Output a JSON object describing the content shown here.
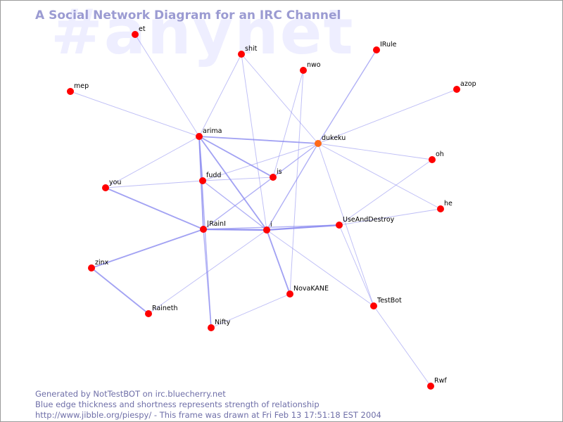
{
  "watermark": "#anynet",
  "title": "A Social Network Diagram for an IRC Channel",
  "footer": {
    "line1": "Generated by NotTestBOT on irc.bluecherry.net",
    "line2": "Blue edge thickness and shortness represents strength of relationship",
    "line3": "http://www.jibble.org/piespy/ - This frame was drawn at Fri Feb 13 17:51:18 EST 2004"
  },
  "colors": {
    "node": "#ff0000",
    "highlight_node": "#ff6a1a",
    "edge": "#8c8cf0",
    "title": "#9b9bd2",
    "watermark": "#eeeeff"
  },
  "nodes": [
    {
      "id": "et",
      "label": "et"
    },
    {
      "id": "shit",
      "label": "shit"
    },
    {
      "id": "nwo",
      "label": "nwo"
    },
    {
      "id": "IRule",
      "label": "IRule"
    },
    {
      "id": "azop",
      "label": "azop"
    },
    {
      "id": "mep",
      "label": "mep"
    },
    {
      "id": "arima",
      "label": "arima"
    },
    {
      "id": "dukeku",
      "label": "dukeku",
      "highlight": true
    },
    {
      "id": "oh",
      "label": "oh"
    },
    {
      "id": "fudd",
      "label": "fudd"
    },
    {
      "id": "is",
      "label": "is"
    },
    {
      "id": "you",
      "label": "you"
    },
    {
      "id": "he",
      "label": "he"
    },
    {
      "id": "IRainI",
      "label": "|RainI"
    },
    {
      "id": "i",
      "label": "i"
    },
    {
      "id": "UseAndDestroy",
      "label": "UseAndDestroy"
    },
    {
      "id": "zinx",
      "label": "zinx"
    },
    {
      "id": "NovaKANE",
      "label": "NovaKANE"
    },
    {
      "id": "TestBot",
      "label": "TestBot"
    },
    {
      "id": "Raineth",
      "label": "Raineth"
    },
    {
      "id": "Nifty",
      "label": "Nifty"
    },
    {
      "id": "Rwf",
      "label": "Rwf"
    }
  ],
  "edges": [
    {
      "from": "et",
      "to": "arima",
      "strength": 1
    },
    {
      "from": "shit",
      "to": "arima",
      "strength": 1
    },
    {
      "from": "shit",
      "to": "dukeku",
      "strength": 1
    },
    {
      "from": "shit",
      "to": "i",
      "strength": 1
    },
    {
      "from": "nwo",
      "to": "is",
      "strength": 1
    },
    {
      "from": "nwo",
      "to": "NovaKANE",
      "strength": 1
    },
    {
      "from": "IRule",
      "to": "dukeku",
      "strength": 2
    },
    {
      "from": "azop",
      "to": "dukeku",
      "strength": 1
    },
    {
      "from": "mep",
      "to": "arima",
      "strength": 1
    },
    {
      "from": "arima",
      "to": "dukeku",
      "strength": 3
    },
    {
      "from": "arima",
      "to": "is",
      "strength": 3
    },
    {
      "from": "arima",
      "to": "fudd",
      "strength": 2
    },
    {
      "from": "arima",
      "to": "IRainI",
      "strength": 3
    },
    {
      "from": "arima",
      "to": "i",
      "strength": 3
    },
    {
      "from": "arima",
      "to": "you",
      "strength": 1
    },
    {
      "from": "arima",
      "to": "Nifty",
      "strength": 2
    },
    {
      "from": "dukeku",
      "to": "fudd",
      "strength": 1
    },
    {
      "from": "dukeku",
      "to": "is",
      "strength": 2
    },
    {
      "from": "dukeku",
      "to": "i",
      "strength": 2
    },
    {
      "from": "dukeku",
      "to": "oh",
      "strength": 1
    },
    {
      "from": "dukeku",
      "to": "he",
      "strength": 1
    },
    {
      "from": "dukeku",
      "to": "TestBot",
      "strength": 1
    },
    {
      "from": "fudd",
      "to": "is",
      "strength": 1
    },
    {
      "from": "fudd",
      "to": "you",
      "strength": 1
    },
    {
      "from": "fudd",
      "to": "i",
      "strength": 2
    },
    {
      "from": "is",
      "to": "IRainI",
      "strength": 2
    },
    {
      "from": "you",
      "to": "IRainI",
      "strength": 3
    },
    {
      "from": "IRainI",
      "to": "i",
      "strength": 4
    },
    {
      "from": "IRainI",
      "to": "zinx",
      "strength": 3
    },
    {
      "from": "IRainI",
      "to": "UseAndDestroy",
      "strength": 2
    },
    {
      "from": "IRainI",
      "to": "Nifty",
      "strength": 2
    },
    {
      "from": "i",
      "to": "UseAndDestroy",
      "strength": 4
    },
    {
      "from": "i",
      "to": "NovaKANE",
      "strength": 3
    },
    {
      "from": "i",
      "to": "Raineth",
      "strength": 1
    },
    {
      "from": "i",
      "to": "TestBot",
      "strength": 1
    },
    {
      "from": "UseAndDestroy",
      "to": "oh",
      "strength": 1
    },
    {
      "from": "UseAndDestroy",
      "to": "he",
      "strength": 1
    },
    {
      "from": "UseAndDestroy",
      "to": "TestBot",
      "strength": 1
    },
    {
      "from": "zinx",
      "to": "Raineth",
      "strength": 3
    },
    {
      "from": "NovaKANE",
      "to": "Nifty",
      "strength": 1
    },
    {
      "from": "TestBot",
      "to": "Rwf",
      "strength": 1
    }
  ]
}
